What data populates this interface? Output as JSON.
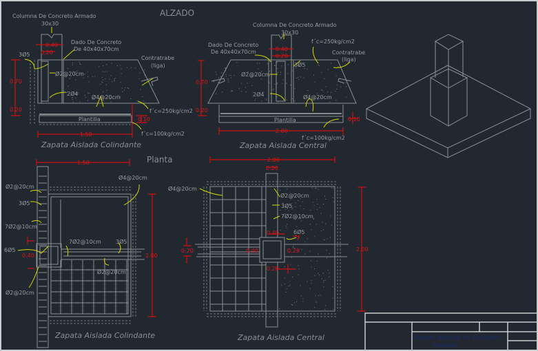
{
  "colors": {
    "background": "#212830",
    "lines": "#8d9091",
    "dimensions": "#d01010",
    "leaders": "#d8d800",
    "text": "#9a9d9d"
  },
  "headings": {
    "alzado": "ALZADO",
    "planta": "Planta"
  },
  "elev_colindante": {
    "column_label": "Columna De Concreto Armado",
    "column_size": "30x30",
    "dim_040": "0.40",
    "dim_020_top": "0.20",
    "bars_3o5": "3Ø5",
    "dado_1": "Dado De Concreto",
    "dado_2": "De 40x40x70cm",
    "contratrabe_1": "Contratrabe",
    "contratrabe_2": "(liga)",
    "stirrups": "Ø2@20cm",
    "bars_2o4": "2Ø4",
    "mesh": "Ø4@20cm",
    "fc_250": "f´c=250kg/cm2",
    "plantilla": "Plantilla",
    "dim_010": "0.10",
    "fc_100": "f´c=100kg/cm2",
    "dim_070": "0.70",
    "dim_020": "0.20",
    "dim_150": "1.50",
    "title": "Zapata Aislada Colindante"
  },
  "elev_central": {
    "column_label": "Columna De Concreto Armado",
    "column_size": "30x30",
    "fc_250": "f´c=250kg/cm2",
    "dado_1": "Dado De Concreto",
    "dado_2": "De 40x40x70cm",
    "dim_040": "0.40",
    "dim_020_top": "0.20",
    "contratrabe_1": "Contratrabe",
    "contratrabe_2": "(liga)",
    "bars_3o5": "3Ø5",
    "stirrups": "Ø2@20cm",
    "dim_070": "0.70",
    "bars_2o4": "2Ø4",
    "mesh": "Ø4@20cm",
    "dim_020": "0.20",
    "plantilla": "Plantilla",
    "dim_010": "0.10",
    "dim_200": "2.00",
    "fc_100": "f´c=100kg/cm2",
    "title": "Zapata Aislada Central"
  },
  "plan_colindante": {
    "dim_150": "1.50",
    "mesh": "Ø4@20cm",
    "stirrups_a": "Ø2@20cm",
    "bars_3o5_a": "3Ø5",
    "stirrups_10_a": "7Ø2@10cm",
    "stirrups_10_b": "7Ø2@10cm",
    "bars_3o5_b": "3Ø5",
    "bars_6o5": "6Ø5",
    "dim_040": "0.40",
    "stirrups_b": "Ø2@20cm",
    "dim_200": "2.00",
    "stirrups_c": "Ø2@20cm",
    "title": "Zapata Aislada Colindante"
  },
  "plan_central": {
    "dim_200_h": "2.00",
    "dim_020_top": "0.20",
    "mesh": "Ø4@20cm",
    "stirrups": "Ø2@20cm",
    "bars_3o5": "3Ø5",
    "stirrups_10": "7Ø2@10cm",
    "dim_040_top": "0.40",
    "bars_6o5": "6Ø5",
    "dim_020_left": "0.20",
    "dim_040_left": "0.40",
    "dim_029_right": "0.29",
    "dim_029_bottom": "0.29",
    "dim_200_v": "2.00",
    "title": "Zapata Aislada Central"
  },
  "title_block": {
    "line1": "Zapata Aislada De Concreto",
    "line2": "Armado"
  }
}
